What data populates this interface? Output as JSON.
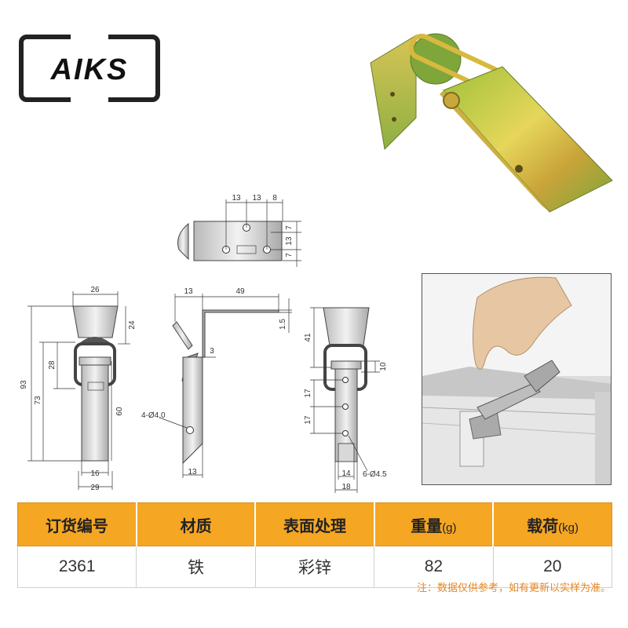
{
  "brand": {
    "logo_text": "AIKS"
  },
  "dimensions": {
    "top_view": {
      "h1": "13",
      "h2": "13",
      "h3": "8",
      "v1": "7",
      "v2": "13",
      "v3": "7"
    },
    "front_view": {
      "top_width": "26",
      "right_upper": "24",
      "left_inner": "28",
      "left_mid": "73",
      "left_overall": "93",
      "right_lower": "60",
      "bottom_inner": "16",
      "bottom_outer": "29"
    },
    "side_view": {
      "top_left": "13",
      "top_right": "49",
      "thickness": "1.5",
      "gap": "3",
      "hole_label": "4-Ø4.0",
      "bottom": "13"
    },
    "rear_view": {
      "left_upper": "41",
      "right_small": "10",
      "left_pitch1": "17",
      "left_pitch2": "17",
      "hole_label": "6-Ø4.5",
      "bottom_inner": "14",
      "bottom_outer": "18"
    }
  },
  "table": {
    "headers": [
      {
        "label": "订货编号",
        "unit": ""
      },
      {
        "label": "材质",
        "unit": ""
      },
      {
        "label": "表面处理",
        "unit": ""
      },
      {
        "label": "重量",
        "unit": "(g)"
      },
      {
        "label": "载荷",
        "unit": "(kg)"
      }
    ],
    "row": [
      "2361",
      "铁",
      "彩锌",
      "82",
      "20"
    ]
  },
  "note": "注：数据仅供参考，如有更新以实样为准。",
  "colors": {
    "header_orange": "#f5a623",
    "note_orange": "#e4892a"
  }
}
